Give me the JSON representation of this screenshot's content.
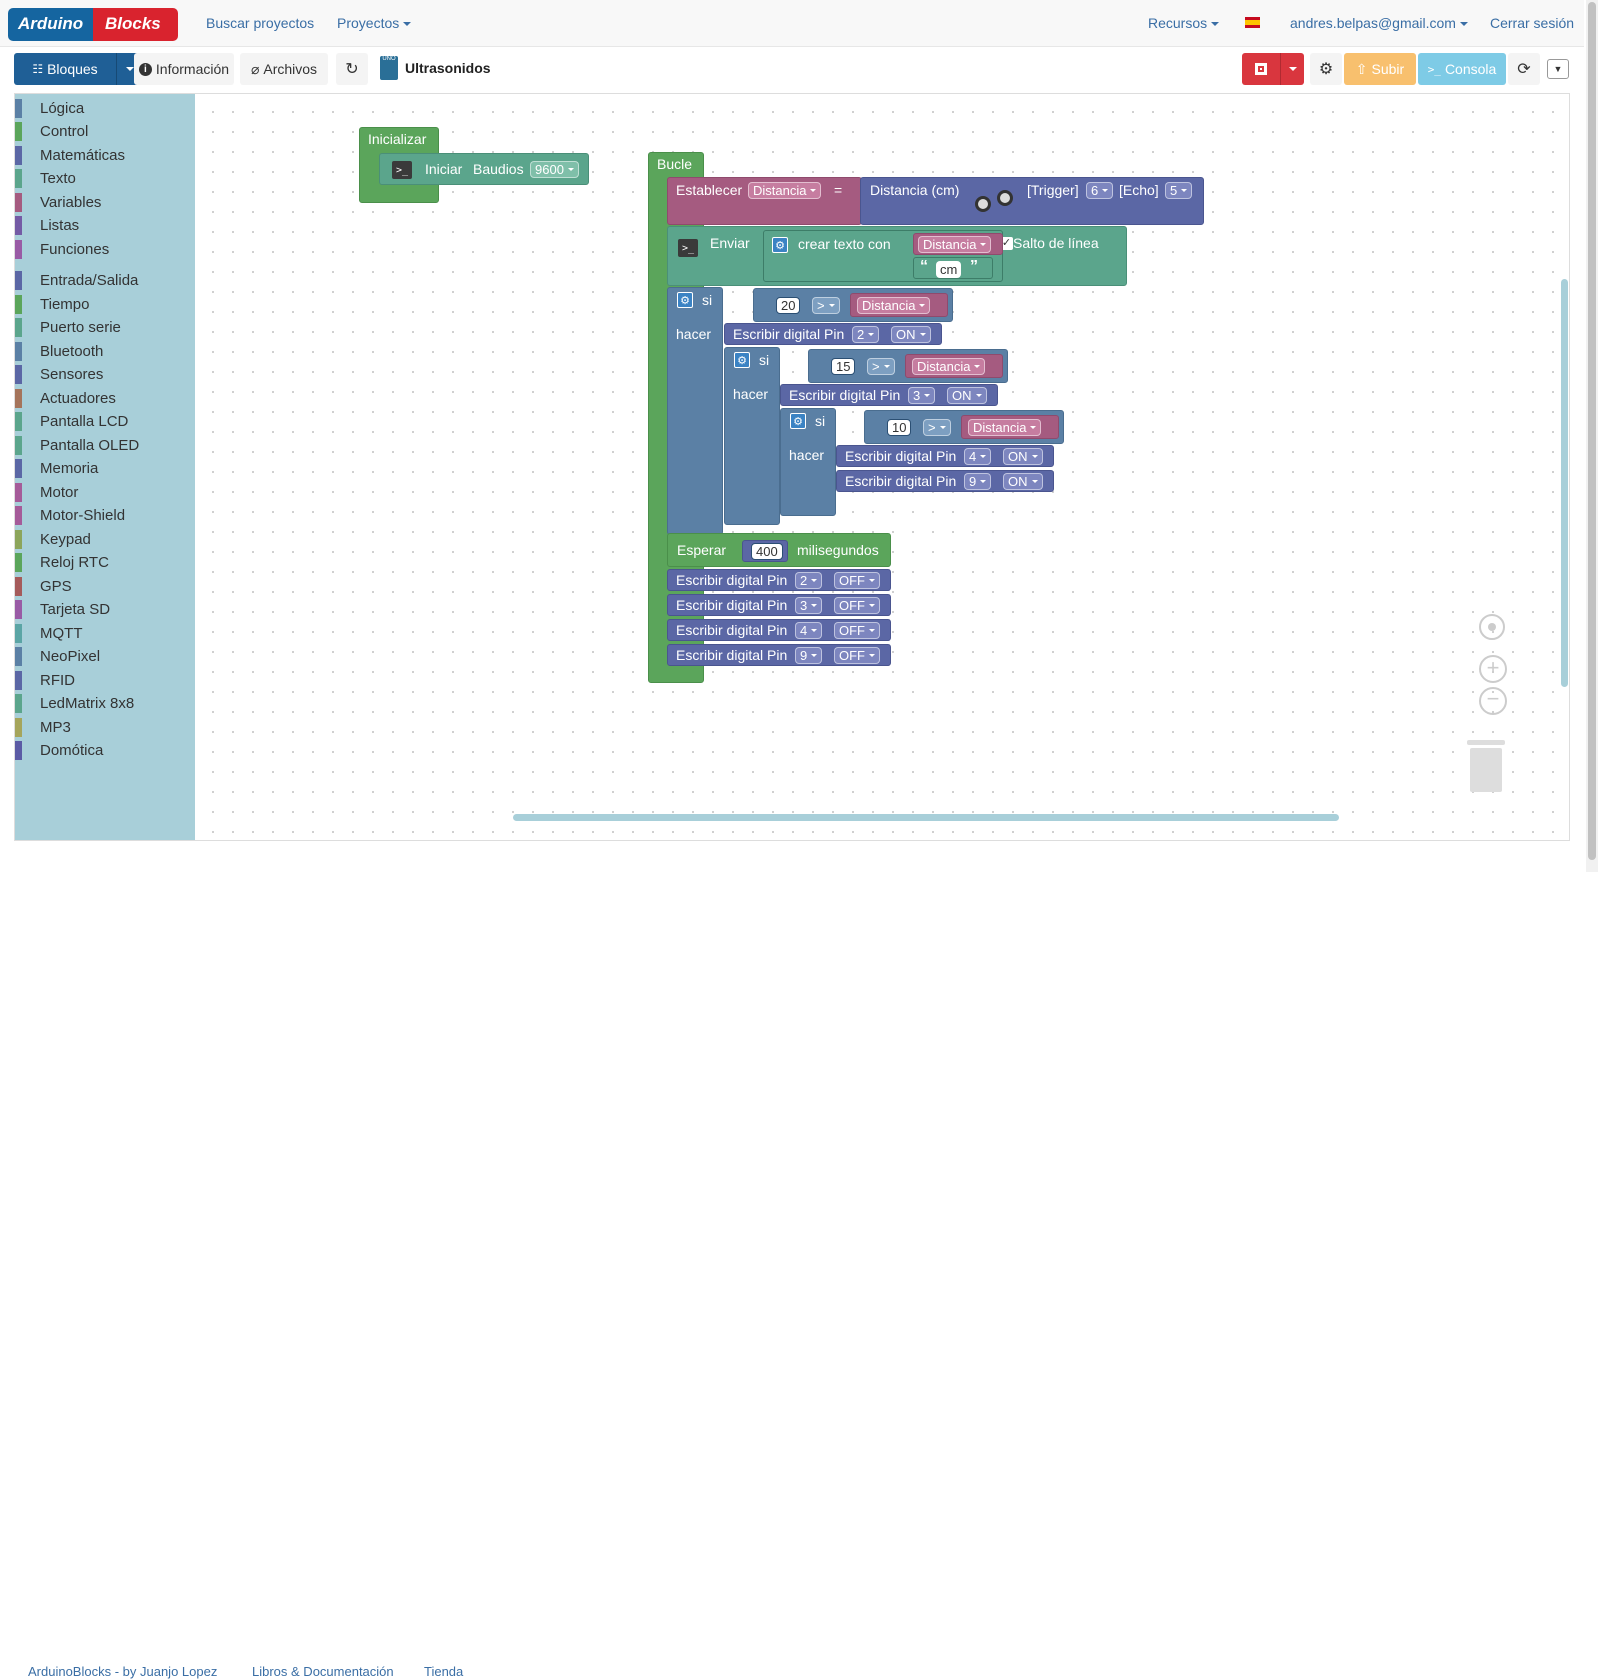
{
  "nav": {
    "logo_left": "Arduino",
    "logo_right": "Blocks",
    "search": "Buscar proyectos",
    "projects": "Proyectos",
    "resources": "Recursos",
    "user": "andres.belpas@gmail.com",
    "logout": "Cerrar sesión"
  },
  "toolbar": {
    "blocks": "Bloques",
    "info": "Información",
    "files": "Archivos",
    "project_title": "Ultrasonidos",
    "board_icon": "UNO",
    "upload": "Subir",
    "console": "Consola"
  },
  "categories": [
    {
      "label": "Lógica",
      "color": "#5b80a5"
    },
    {
      "label": "Control",
      "color": "#5ba55b"
    },
    {
      "label": "Matemáticas",
      "color": "#5b67a5"
    },
    {
      "label": "Texto",
      "color": "#5ba58c"
    },
    {
      "label": "Variables",
      "color": "#a55b80"
    },
    {
      "label": "Listas",
      "color": "#745ba5"
    },
    {
      "label": "Funciones",
      "color": "#995ba5"
    },
    {
      "label": "Entrada/Salida",
      "color": "#5b67a5"
    },
    {
      "label": "Tiempo",
      "color": "#5ba55b"
    },
    {
      "label": "Puerto serie",
      "color": "#5ba58c"
    },
    {
      "label": "Bluetooth",
      "color": "#5b80a5"
    },
    {
      "label": "Sensores",
      "color": "#5b67a5"
    },
    {
      "label": "Actuadores",
      "color": "#a5745b"
    },
    {
      "label": "Pantalla LCD",
      "color": "#5ba58c"
    },
    {
      "label": "Pantalla OLED",
      "color": "#5ba58c"
    },
    {
      "label": "Memoria",
      "color": "#5b67a5"
    },
    {
      "label": "Motor",
      "color": "#a55b99"
    },
    {
      "label": "Motor-Shield",
      "color": "#a55b99"
    },
    {
      "label": "Keypad",
      "color": "#8ca55b"
    },
    {
      "label": "Reloj RTC",
      "color": "#5ba55b"
    },
    {
      "label": "GPS",
      "color": "#a55b5b"
    },
    {
      "label": "Tarjeta SD",
      "color": "#995ba5"
    },
    {
      "label": "MQTT",
      "color": "#5ba5a5"
    },
    {
      "label": "NeoPixel",
      "color": "#5b80a5"
    },
    {
      "label": "RFID",
      "color": "#5b67a5"
    },
    {
      "label": "LedMatrix 8x8",
      "color": "#5ba58c"
    },
    {
      "label": "MP3",
      "color": "#a5a55b"
    },
    {
      "label": "Domótica",
      "color": "#5b5ba5"
    }
  ],
  "blocks": {
    "init": "Inicializar",
    "iniciar": "Iniciar",
    "baudios": "Baudios",
    "baud_val": "9600",
    "loop": "Bucle",
    "establecer": "Establecer",
    "var": "Distancia",
    "eq": "=",
    "dist_cm": "Distancia (cm)",
    "trigger": "[Trigger]",
    "trig_pin": "6",
    "echo": "[Echo]",
    "echo_pin": "5",
    "enviar": "Enviar",
    "crear": "crear texto con",
    "salto": "Salto de línea",
    "cm": "cm",
    "q_open": "“",
    "q_close": "”",
    "check": "✓",
    "si": "si",
    "hacer": "hacer",
    "gt": ">",
    "n20": "20",
    "n15": "15",
    "n10": "10",
    "escribir": "Escribir digital Pin",
    "on": "ON",
    "off": "OFF",
    "p2": "2",
    "p3": "3",
    "p4": "4",
    "p9": "9",
    "esperar": "Esperar",
    "ms_val": "400",
    "ms": "milisegundos"
  },
  "footer": {
    "credit": "ArduinoBlocks - by Juanjo Lopez",
    "docs": "Libros & Documentación",
    "shop": "Tienda"
  },
  "colors": {
    "nav_bg": "#f8f8f8",
    "primary": "#1f5f96",
    "save": "#d9363e",
    "upload": "#f8c06e",
    "console": "#7ecbe6",
    "control": "#5ba55b",
    "io": "#5b67a5",
    "logic": "#5b80a5",
    "text": "#5ba58c",
    "variable": "#a55b80"
  }
}
